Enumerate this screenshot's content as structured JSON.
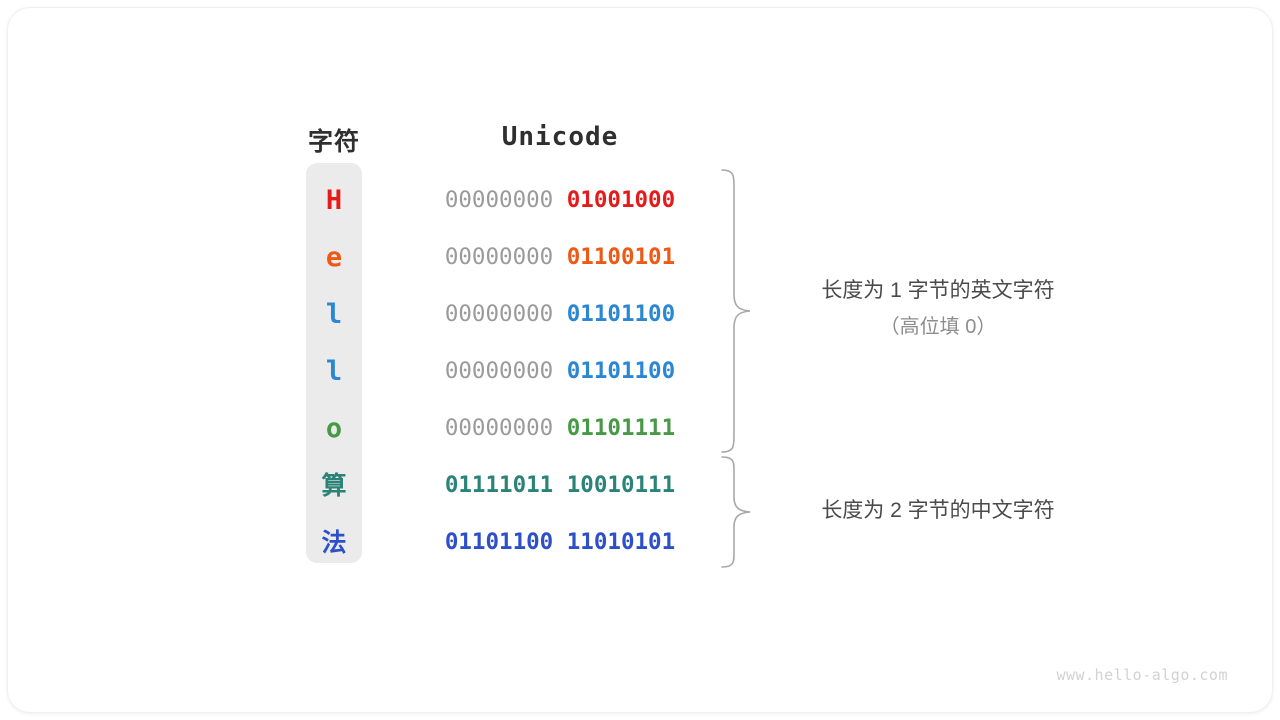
{
  "figure": {
    "title_char_column": "字符",
    "title_unicode_column": "Unicode",
    "watermark": "www.hello-algo.com",
    "panel_color": "#ebebeb",
    "padding_byte_color": "#9a9a9a",
    "header_color": "#2f2f2f",
    "brace_color": "#a8a8a8"
  },
  "rows": [
    {
      "char": "H",
      "color": "#e51b1b",
      "byte_high": "00000000",
      "byte_low": "01001000",
      "high_is_padding": true,
      "cjk": false
    },
    {
      "char": "e",
      "color": "#ec5a16",
      "byte_high": "00000000",
      "byte_low": "01100101",
      "high_is_padding": true,
      "cjk": false
    },
    {
      "char": "l",
      "color": "#2b87d4",
      "byte_high": "00000000",
      "byte_low": "01101100",
      "high_is_padding": true,
      "cjk": false
    },
    {
      "char": "l",
      "color": "#2b87d4",
      "byte_high": "00000000",
      "byte_low": "01101100",
      "high_is_padding": true,
      "cjk": false
    },
    {
      "char": "o",
      "color": "#479a45",
      "byte_high": "00000000",
      "byte_low": "01101111",
      "high_is_padding": true,
      "cjk": false
    },
    {
      "char": "算",
      "color": "#2b8377",
      "byte_high": "01111011",
      "byte_low": "10010111",
      "high_is_padding": false,
      "cjk": true
    },
    {
      "char": "法",
      "color": "#2e4fca",
      "byte_high": "01101100",
      "byte_low": "11010101",
      "high_is_padding": false,
      "cjk": true
    }
  ],
  "annotations": [
    {
      "line1": "长度为 1 字节的英文字符",
      "line2": "（高位填 0）",
      "covers_rows": [
        0,
        1,
        2,
        3,
        4
      ]
    },
    {
      "line1": "长度为 2 字节的中文字符",
      "line2": "",
      "covers_rows": [
        5,
        6
      ]
    }
  ]
}
